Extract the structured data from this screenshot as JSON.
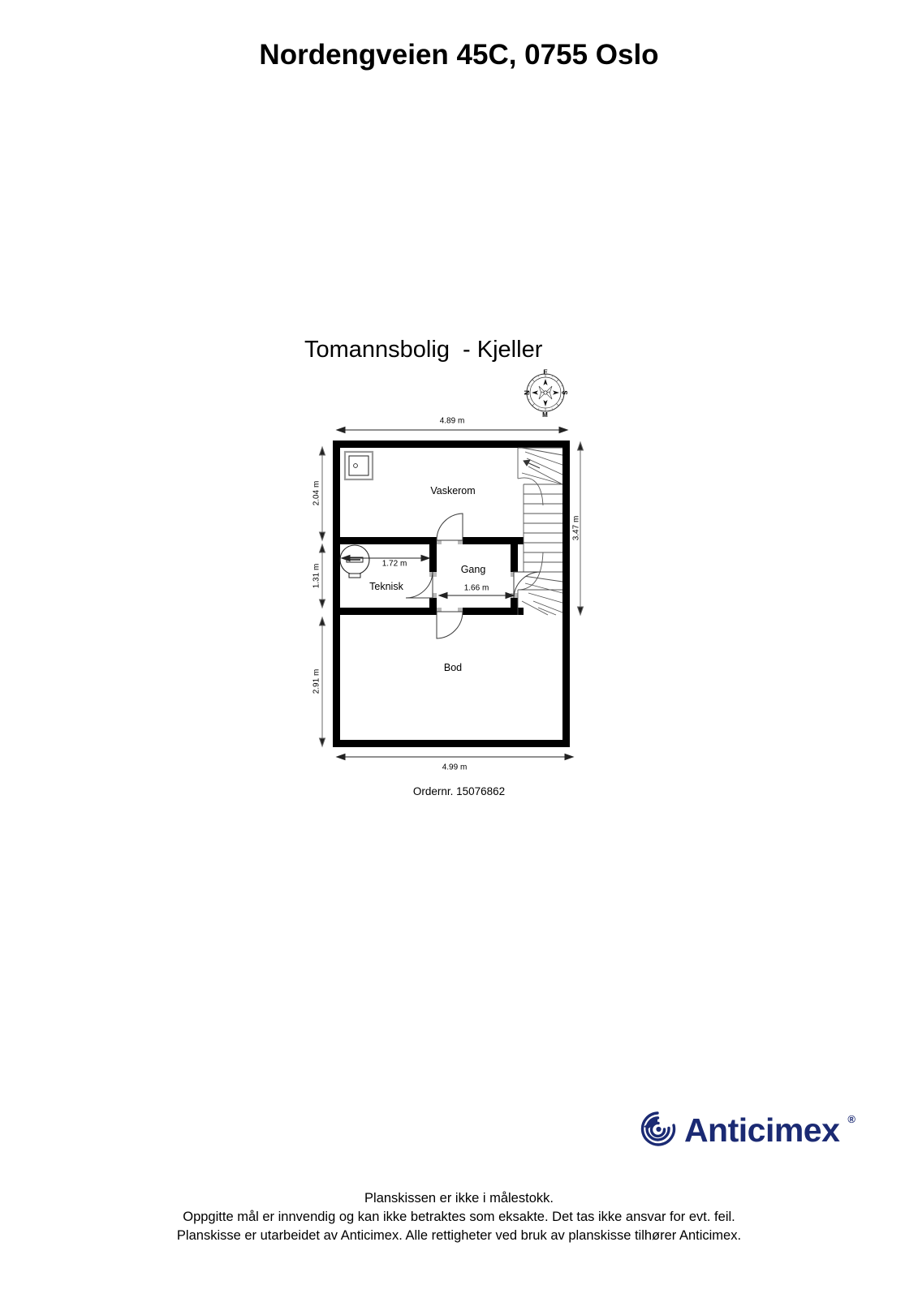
{
  "document": {
    "title": "Nordengveien 45C, 0755 Oslo",
    "plan_heading": "Tomannsbolig  - Kjeller",
    "order_number": "Ordernr. 15076862"
  },
  "compass": {
    "name": "compass-rose",
    "top_label": "E",
    "left_label": "N",
    "right_label": "S",
    "bottom_label": "M"
  },
  "floorplan": {
    "rooms": [
      {
        "id": "vaskerom",
        "label": "Vaskerom"
      },
      {
        "id": "teknisk",
        "label": "Teknisk"
      },
      {
        "id": "gang",
        "label": "Gang"
      },
      {
        "id": "bod",
        "label": "Bod"
      }
    ],
    "dimensions": {
      "top": "4.89 m",
      "bottom": "4.99 m",
      "right": "3.47 m",
      "left_top": "2.04 m",
      "left_middle": "1.31 m",
      "left_bottom": "2.91 m",
      "teknisk_width": "1.72 m",
      "gang_width": "1.66 m"
    },
    "fixtures": [
      {
        "id": "washing-machine",
        "room": "vaskerom"
      },
      {
        "id": "water-heater",
        "room": "teknisk"
      },
      {
        "id": "staircase",
        "room": "vaskerom"
      }
    ]
  },
  "branding": {
    "logo_text": "Anticimex",
    "logo_registered_mark": "®",
    "logo_color": "#1b2a73"
  },
  "footer": {
    "line1": "Planskissen er ikke i målestokk.",
    "line2": "Oppgitte mål er innvendig og kan ikke betraktes som eksakte. Det tas ikke ansvar for evt. feil.",
    "line3": "Planskisse er utarbeidet av Anticimex. Alle rettigheter ved bruk av planskisse tilhører Anticimex."
  }
}
